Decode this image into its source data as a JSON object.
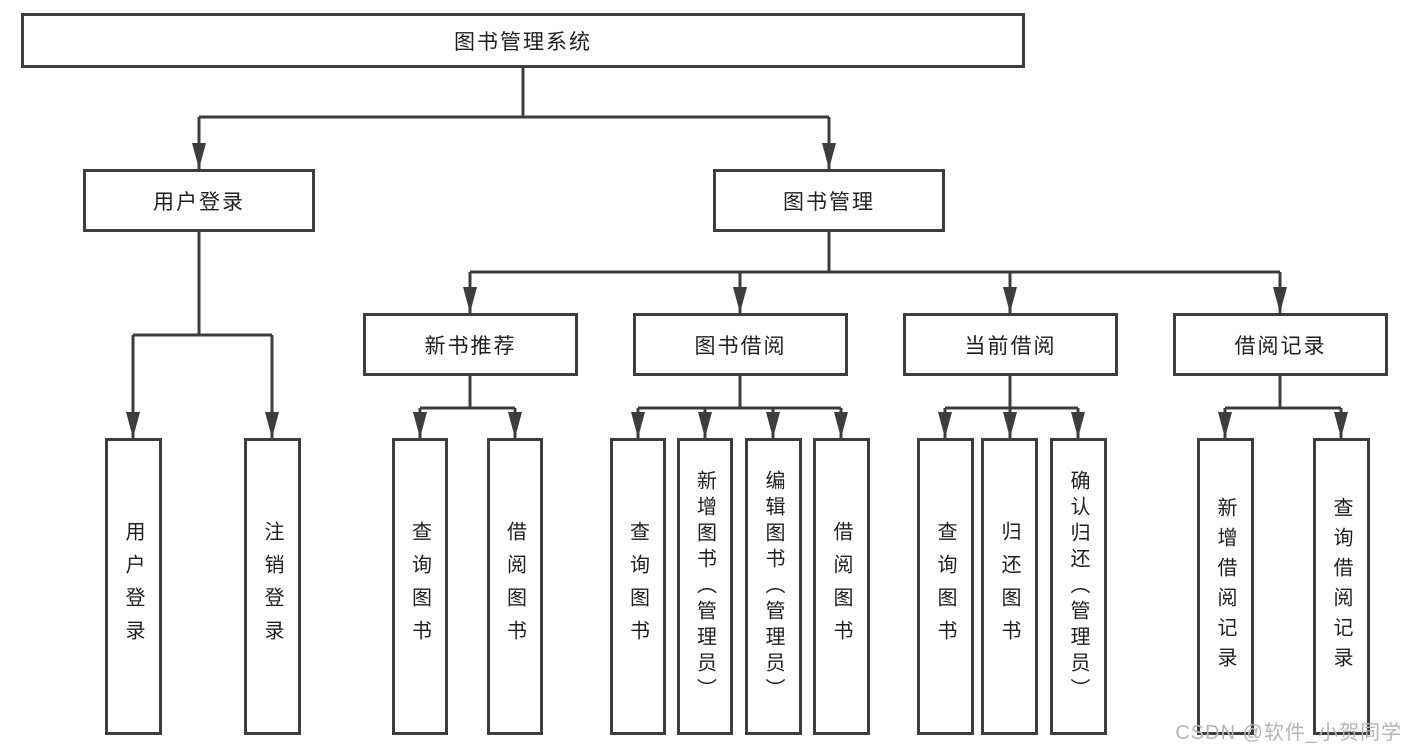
{
  "tree": {
    "label": "图书管理系统",
    "children": [
      {
        "label": "用户登录",
        "children": [
          {
            "label": "用户登录"
          },
          {
            "label": "注销登录"
          }
        ]
      },
      {
        "label": "图书管理",
        "children": [
          {
            "label": "新书推荐",
            "children": [
              {
                "label": "查询图书"
              },
              {
                "label": "借阅图书"
              }
            ]
          },
          {
            "label": "图书借阅",
            "children": [
              {
                "label": "查询图书"
              },
              {
                "label": "新增图书（管理员）"
              },
              {
                "label": "编辑图书（管理员）"
              },
              {
                "label": "借阅图书"
              }
            ]
          },
          {
            "label": "当前借阅",
            "children": [
              {
                "label": "查询图书"
              },
              {
                "label": "归还图书"
              },
              {
                "label": "确认归还（管理员）"
              }
            ]
          },
          {
            "label": "借阅记录",
            "children": [
              {
                "label": "新增借阅记录"
              },
              {
                "label": "查询借阅记录"
              }
            ]
          }
        ]
      }
    ]
  },
  "watermark": {
    "text": "CSDN @软件_小贺同学"
  },
  "colors": {
    "line": "#3d3d3d",
    "text": "#1f1f1f",
    "watermark": "#b2b5ba",
    "background": "#ffffff"
  }
}
